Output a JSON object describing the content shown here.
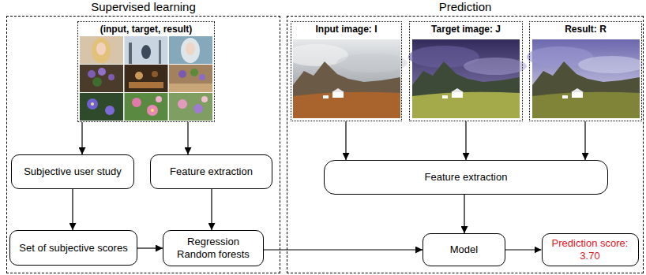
{
  "diagram": {
    "nodes": [
      {
        "text": [
          "Supervised learning"
        ]
      },
      {
        "text": [
          "(input, target, result)"
        ],
        "in": 0
      },
      {
        "text": [
          "Subjective user study"
        ],
        "in": 0
      },
      {
        "text": [
          "Feature extraction"
        ],
        "in": 0
      },
      {
        "text": [
          "Set of subjective scores"
        ],
        "in": 0
      },
      {
        "text": [
          "Regression Random forests"
        ],
        "in": 0
      },
      {
        "text": [
          "Prediction"
        ]
      },
      {
        "text": [
          "Input image: I"
        ],
        "in": 6
      },
      {
        "text": [
          "Target image: J"
        ],
        "in": 6
      },
      {
        "text": [
          "Result: R"
        ],
        "in": 6
      },
      {
        "text": [
          "Feature extraction"
        ],
        "in": 6
      },
      {
        "text": [
          "Model"
        ],
        "in": 6
      },
      {
        "text": [
          "Prediction score: 3.70"
        ],
        "in": 6
      }
    ],
    "edges": [
      {
        "from": 1,
        "to": 2,
        "arrow": "to"
      },
      {
        "from": 1,
        "to": 3,
        "arrow": "to"
      },
      {
        "from": 2,
        "to": 4,
        "arrow": "to"
      },
      {
        "from": 3,
        "to": 5,
        "arrow": "to"
      },
      {
        "from": 4,
        "to": 5,
        "arrow": "to"
      },
      {
        "from": 5,
        "to": 11,
        "arrow": "to"
      },
      {
        "from": 7,
        "to": 10,
        "arrow": "to"
      },
      {
        "from": 8,
        "to": 10,
        "arrow": "to"
      },
      {
        "from": 9,
        "to": 10,
        "arrow": "to"
      },
      {
        "from": 10,
        "to": 11,
        "arrow": "to"
      },
      {
        "from": 11,
        "to": 12,
        "arrow": "to"
      }
    ]
  }
}
